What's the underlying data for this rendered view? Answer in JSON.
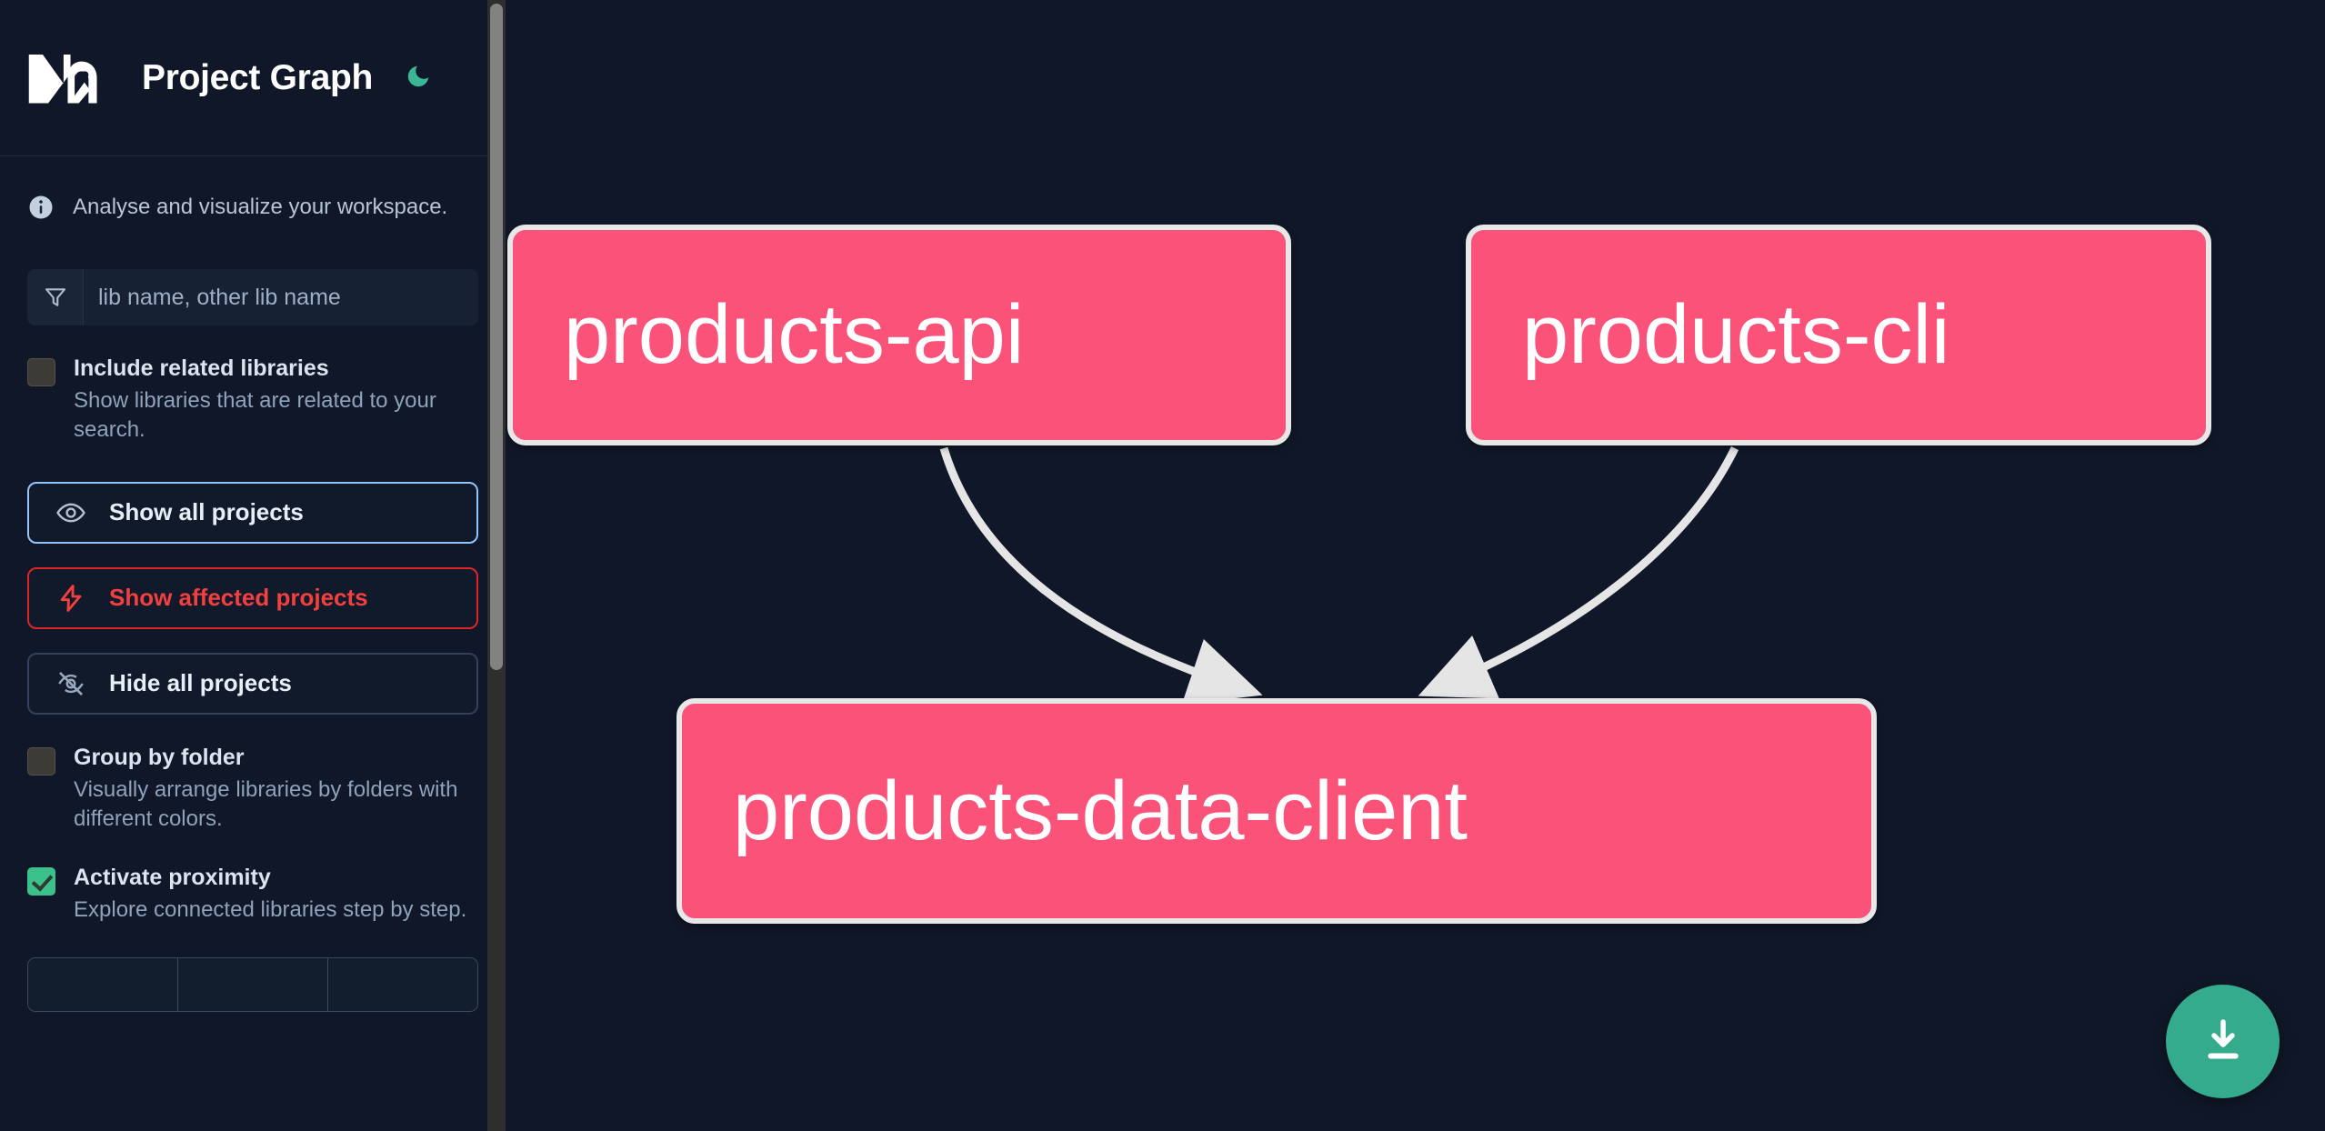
{
  "app": {
    "logo_name": "nx-logo",
    "title": "Project Graph",
    "theme_toggle_icon": "moon-icon",
    "accent_green": "#34ab8c",
    "background": "#0f1729",
    "node_fill": "#fa5278",
    "node_border": "#e8e8e8",
    "edge_color": "#e5e5e5"
  },
  "sidebar": {
    "tagline": "Analyse and visualize your workspace.",
    "tagline_icon": "info-icon",
    "filter": {
      "icon": "funnel-icon",
      "placeholder": "lib name, other lib name",
      "value": ""
    },
    "checkboxes": [
      {
        "id": "include-related-libraries",
        "label": "Include related libraries",
        "description": "Show libraries that are related to your search.",
        "checked": false
      },
      {
        "id": "group-by-folder",
        "label": "Group by folder",
        "description": "Visually arrange libraries by folders with different colors.",
        "checked": false
      },
      {
        "id": "activate-proximity",
        "label": "Activate proximity",
        "description": "Explore connected libraries step by step.",
        "checked": true
      }
    ],
    "buttons": [
      {
        "id": "show-all-projects",
        "label": "Show all projects",
        "icon": "eye-icon",
        "border_color": "#93c5fd",
        "text_color": "#e7eef8"
      },
      {
        "id": "show-affected-projects",
        "label": "Show affected projects",
        "icon": "lightning-bolt-icon",
        "border_color": "#dc2626",
        "text_color": "#f43f3f"
      },
      {
        "id": "hide-all-projects",
        "label": "Hide all projects",
        "icon": "eye-off-icon",
        "border_color": "#33415a",
        "text_color": "#e7eef8"
      }
    ],
    "scrollbar": {
      "name": "sidebar-scrollbar"
    }
  },
  "graph": {
    "nodes": [
      {
        "id": "products-api",
        "label": "products-api"
      },
      {
        "id": "products-cli",
        "label": "products-cli"
      },
      {
        "id": "products-data-client",
        "label": "products-data-client"
      }
    ],
    "edges": [
      {
        "from": "products-api",
        "to": "products-data-client"
      },
      {
        "from": "products-cli",
        "to": "products-data-client"
      }
    ]
  },
  "canvas": {
    "download_button": {
      "icon": "download-icon",
      "label": ""
    }
  }
}
